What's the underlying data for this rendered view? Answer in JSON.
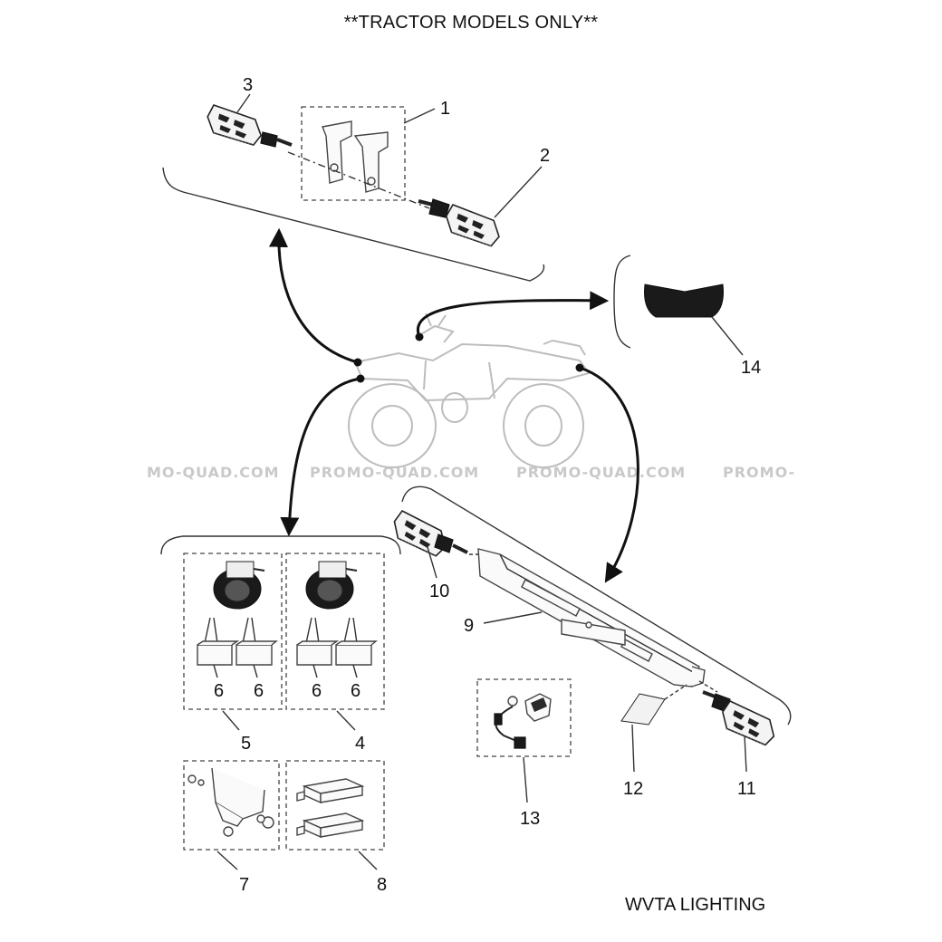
{
  "header": {
    "title": "**TRACTOR MODELS ONLY**"
  },
  "footer": {
    "section_label": "WVTA LIGHTING"
  },
  "watermark": {
    "items": [
      "MO-QUAD.COM",
      "PROMO-QUAD.COM",
      "PROMO-QUAD.COM",
      "PROMO-"
    ]
  },
  "callouts": {
    "n1": "1",
    "n2": "2",
    "n3": "3",
    "n4": "4",
    "n5": "5",
    "n6a": "6",
    "n6b": "6",
    "n6c": "6",
    "n6d": "6",
    "n7": "7",
    "n8": "8",
    "n9": "9",
    "n10": "10",
    "n11": "11",
    "n12": "12",
    "n13": "13",
    "n14": "14"
  },
  "icons": {
    "atv": "atv-silhouette-icon",
    "indicator": "turn-signal-icon",
    "bracket": "mounting-bracket-icon",
    "headlamp": "headlamp-icon",
    "module": "control-module-icon",
    "lens": "headlight-lens-icon",
    "plate_lamp": "plate-lamp-icon",
    "reflector": "reflector-icon"
  }
}
